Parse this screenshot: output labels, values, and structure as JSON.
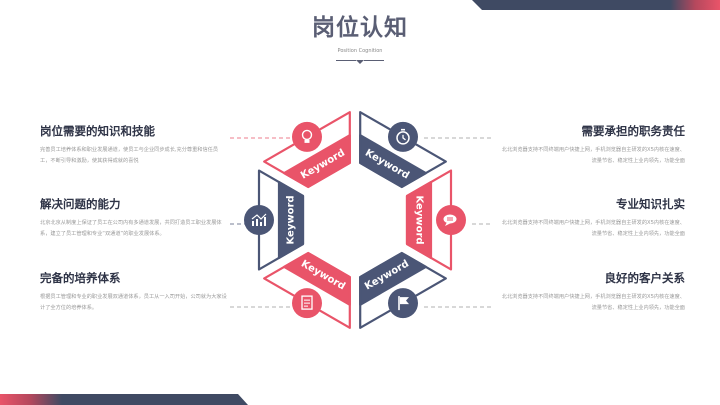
{
  "header": {
    "title": "岗位认知",
    "subtitle": "Position Cognition"
  },
  "colors": {
    "red": "#e95469",
    "navy": "#4b5676",
    "text": "#2f3447"
  },
  "left_items": [
    {
      "title": "岗位需要的知识和技能",
      "body": "完善员工培养体系和职业发展通道，使员工与企业同步成长,充分尊重和信任员工，不断引导和激励，使其获得成就的喜悦"
    },
    {
      "title": "解决问题的能力",
      "body": "北京北京从制度上保证了员工在公司内有多通道发展，共同打造员工职业发展体系，建立了员工管理和专业“双通道”的职业发展体系。"
    },
    {
      "title": "完备的培养体系",
      "body": "根据员工管理和专业的职业发展双通道体系，员工从一入司开始，公司就为大家设计了全方位的培养体系。"
    }
  ],
  "right_items": [
    {
      "title": "需要承担的职务责任",
      "body": "北北浏览器支持不同终端用户快捷上网，手机浏览器自主研发的X5内核在速度、流量节省、稳定性上业内领先，功能全面"
    },
    {
      "title": "专业知识扎实",
      "body": "北北浏览器支持不同终端用户快捷上网，手机浏览器自主研发的X5内核在速度、流量节省、稳定性上业内领先，功能全面"
    },
    {
      "title": "良好的客户关系",
      "body": "北北浏览器支持不同终端用户快捷上网，手机浏览器自主研发的X5内核在速度、流量节省、稳定性上业内领先，功能全面"
    }
  ],
  "hex": [
    {
      "keyword": "Keyword",
      "icon": "lightbulb-icon",
      "color": "red"
    },
    {
      "keyword": "Keyword",
      "icon": "clock-icon",
      "color": "navy"
    },
    {
      "keyword": "Keyword",
      "icon": "chat-icon",
      "color": "red"
    },
    {
      "keyword": "Keyword",
      "icon": "flag-icon",
      "color": "navy"
    },
    {
      "keyword": "Keyword",
      "icon": "document-icon",
      "color": "red"
    },
    {
      "keyword": "Keyword",
      "icon": "chart-icon",
      "color": "navy"
    }
  ]
}
